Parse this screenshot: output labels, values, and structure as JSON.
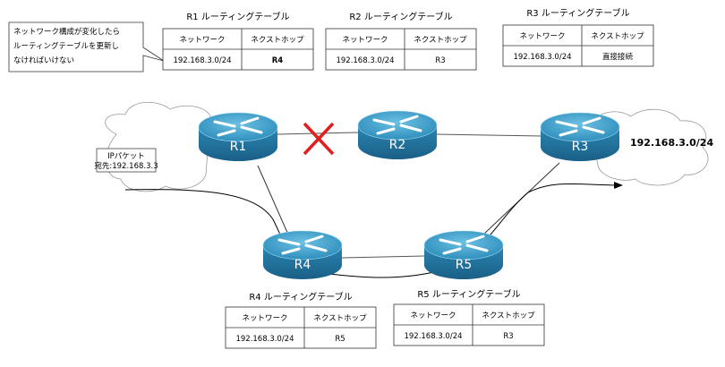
{
  "callout": {
    "lines": [
      "ネットワーク構成が変化したら",
      "ルーティングテーブルを更新し",
      "なければいけない"
    ]
  },
  "packet": {
    "line1": "IPパケット",
    "line2": "宛先:192.168.3.3"
  },
  "destination_network": "192.168.3.0/24",
  "routers": [
    "R1",
    "R2",
    "R3",
    "R4",
    "R5"
  ],
  "tables": [
    {
      "title": "R1 ルーティングテーブル",
      "headers": [
        "ネットワーク",
        "ネクストホップ"
      ],
      "network": "192.168.3.0/24",
      "next_hop": "R4",
      "highlight": "#c00000"
    },
    {
      "title": "R2 ルーティングテーブル",
      "headers": [
        "ネットワーク",
        "ネクストホップ"
      ],
      "network": "192.168.3.0/24",
      "next_hop": "R3"
    },
    {
      "title": "R3 ルーティングテーブル",
      "headers": [
        "ネットワーク",
        "ネクストホップ"
      ],
      "network": "192.168.3.0/24",
      "next_hop": "直接接続"
    },
    {
      "title": "R4 ルーティングテーブル",
      "headers": [
        "ネットワーク",
        "ネクストホップ"
      ],
      "network": "192.168.3.0/24",
      "next_hop": "R5"
    },
    {
      "title": "R5 ルーティングテーブル",
      "headers": [
        "ネットワーク",
        "ネクストホップ"
      ],
      "network": "192.168.3.0/24",
      "next_hop": "R3"
    }
  ],
  "colors": {
    "router_top": "#3f9cc4",
    "router_side": "#1f6f99",
    "failure_x": "#e02020"
  }
}
